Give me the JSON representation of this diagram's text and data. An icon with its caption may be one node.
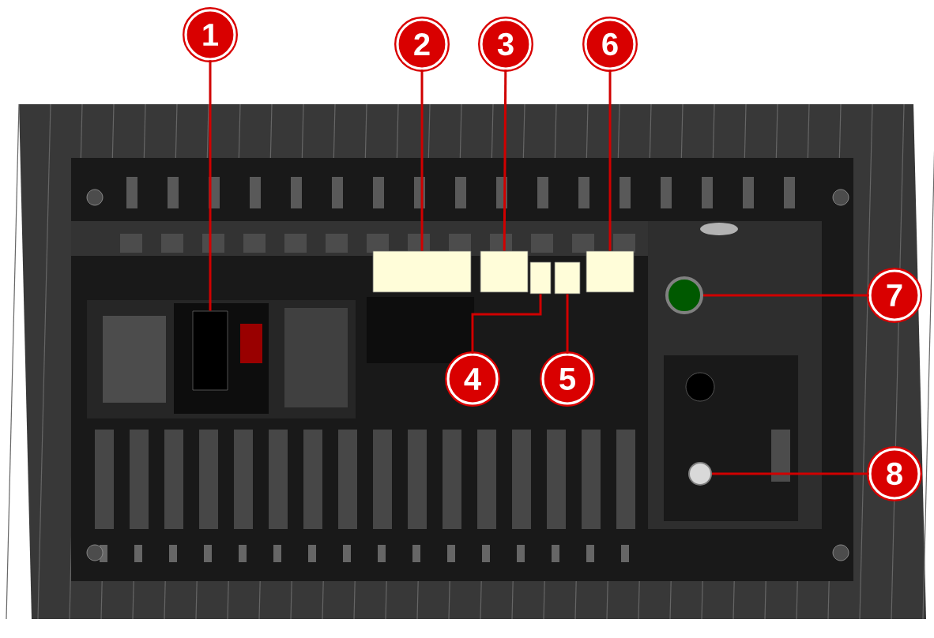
{
  "diagram": {
    "nodes": [
      {
        "text": [
          "1"
        ]
      },
      {
        "text": [
          "2"
        ]
      },
      {
        "text": [
          "3"
        ]
      },
      {
        "text": [
          "6"
        ]
      },
      {
        "text": [
          "7"
        ]
      },
      {
        "text": [
          "4"
        ]
      },
      {
        "text": [
          "5"
        ]
      },
      {
        "text": [
          "8"
        ]
      },
      {
        "text": [],
        "shape": "box"
      },
      {
        "text": [],
        "shape": "box"
      },
      {
        "text": [],
        "shape": "box"
      },
      {
        "text": [],
        "shape": "box"
      },
      {
        "text": [],
        "shape": "circle"
      },
      {
        "text": [],
        "shape": "box"
      },
      {
        "text": [],
        "shape": "box"
      },
      {
        "text": [],
        "shape": "circle"
      }
    ],
    "edges": [
      {
        "from": 0,
        "to": 8,
        "arrow": "none"
      },
      {
        "from": 1,
        "to": 9,
        "arrow": "none"
      },
      {
        "from": 2,
        "to": 10,
        "arrow": "none"
      },
      {
        "from": 3,
        "to": 11,
        "arrow": "none"
      },
      {
        "from": 4,
        "to": 12,
        "arrow": "none"
      },
      {
        "from": 5,
        "to": 13,
        "arrow": "none"
      },
      {
        "from": 6,
        "to": 14,
        "arrow": "none"
      },
      {
        "from": 7,
        "to": 15,
        "arrow": "none"
      }
    ]
  }
}
